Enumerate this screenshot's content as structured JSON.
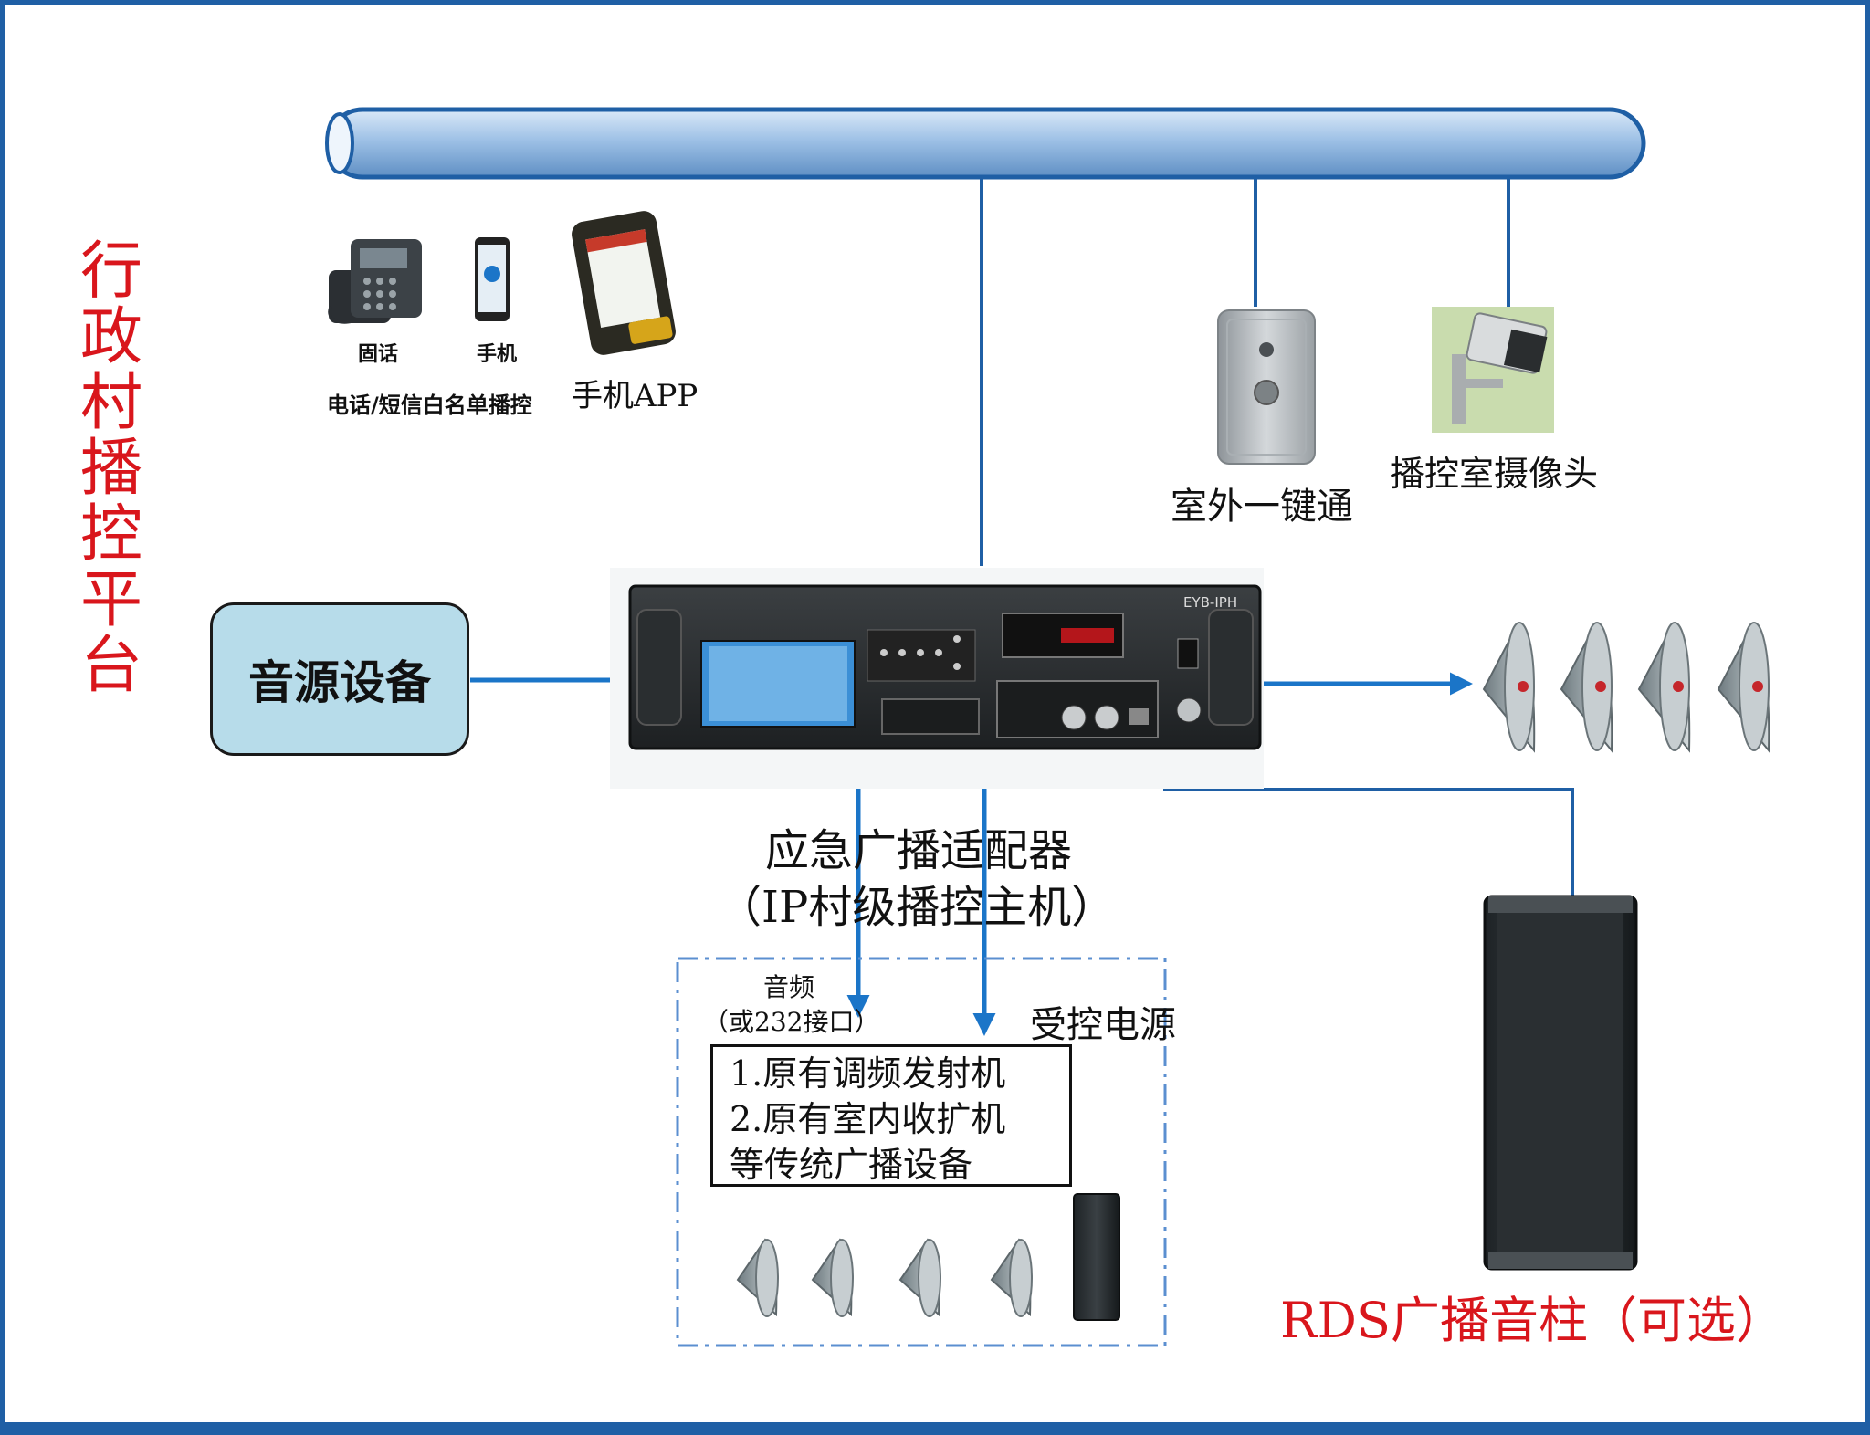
{
  "side_title": "行政村播控平台",
  "source_device": "音源设备",
  "panel": {
    "phone_label": "固话",
    "mobile_label": "手机",
    "caption": "电话/短信白名单播控"
  },
  "app_label": "手机APP",
  "call_button_label": "室外一键通",
  "camera_label": "播控室摄像头",
  "adapter_title": "应急广播适配器",
  "adapter_subtitle": "（IP村级播控主机）",
  "audio_label": "音频",
  "audio_sub": "（或232接口）",
  "power_label": "受控电源",
  "legacy": {
    "line1": "1.原有调频发射机",
    "line2": "2.原有室内收扩机",
    "line3": "等传统广播设备"
  },
  "rds_label": "RDS广播音柱（可选）",
  "device_front_model": "EYB-IPH",
  "colors": {
    "frame": "#1f5fa5",
    "arrow": "#1b75c8",
    "title_red": "#d9161c",
    "source_fill": "#b7dcea",
    "pipe": "#8fb6e0"
  },
  "icons": [
    "desk-phone-icon",
    "mobile-phone-icon",
    "rugged-phone-icon",
    "call-button-icon",
    "camera-icon",
    "horn-speaker-icon",
    "column-speaker-icon"
  ]
}
